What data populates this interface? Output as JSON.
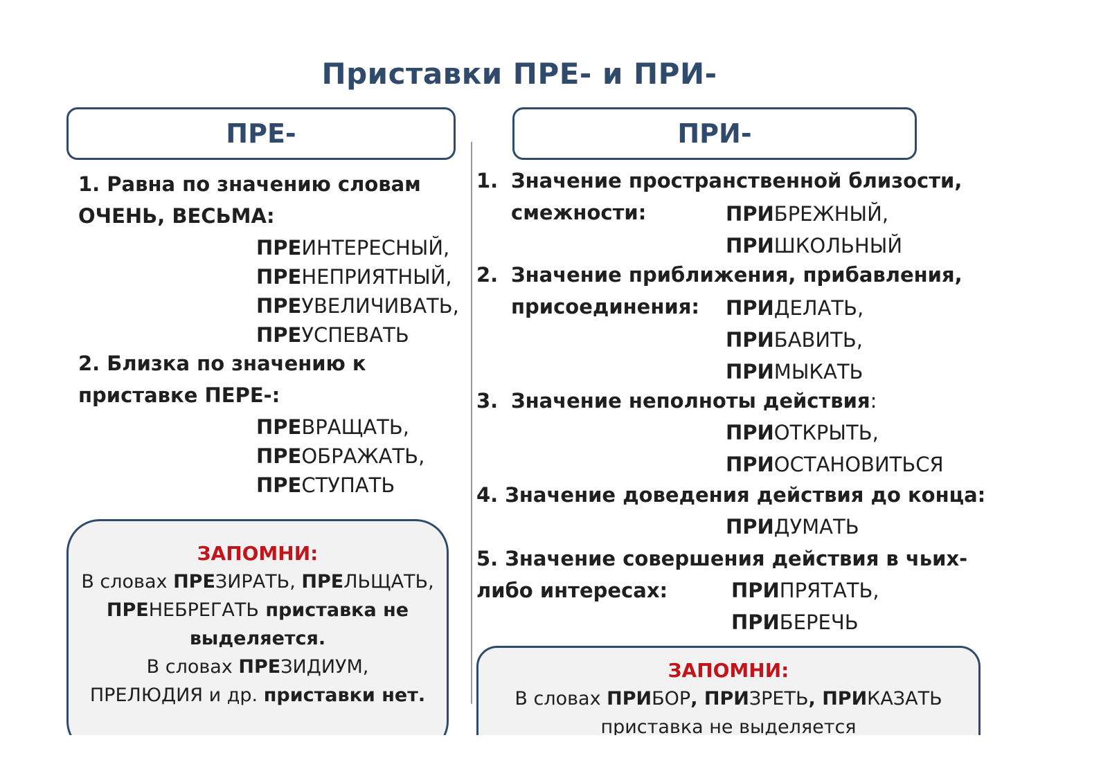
{
  "title": "Приставки ПРЕ- и ПРИ-",
  "pre": {
    "header": "ПРЕ-",
    "r1_a": "1. Равна по значению словам",
    "r1_b": "ОЧЕНЬ, ВЕСЬМА:",
    "ex1": [
      {
        "p": "ПРЕ",
        "r": "ИНТЕРЕСНЫЙ,"
      },
      {
        "p": "ПРЕ",
        "r": "НЕПРИЯТНЫЙ,"
      },
      {
        "p": "ПРЕ",
        "r": "УВЕЛИЧИВАТЬ,"
      },
      {
        "p": "ПРЕ",
        "r": "УСПЕВАТЬ"
      }
    ],
    "r2_a": "2. Близка по значению к",
    "r2_b": "приставке ПЕРЕ-:",
    "ex2": [
      {
        "p": "ПРЕ",
        "r": "ВРАЩАТЬ,"
      },
      {
        "p": "ПРЕ",
        "r": "ОБРАЖАТЬ,"
      },
      {
        "p": "ПРЕ",
        "r": "СТУПАТЬ"
      }
    ],
    "note": {
      "title": "ЗАПОМНИ:",
      "t1": "В словах ",
      "w1": "ПРЕ",
      "w1r": "ЗИРАТЬ",
      "c1": ", ",
      "w2": "ПРЕ",
      "w2r": "ЛЬЩАТЬ",
      "c2": ",",
      "w3": "ПРЕ",
      "w3r": "НЕБРЕГАТЬ",
      "t2": " приставка не",
      "t3": "выделяется.",
      "t4": "В словах ",
      "w4": "ПРЕ",
      "w4r": "ЗИДИУМ",
      "c4": ",",
      "w5": "ПРЕЛЮДИЯ",
      "t5": " и др. ",
      "t6": "приставки нет."
    }
  },
  "pri": {
    "header": "ПРИ-",
    "r1_num": "1.",
    "r1_a": "Значение пространственной близости,",
    "r1_b": "смежности:",
    "ex1": [
      {
        "p": "ПРИ",
        "r": "БРЕЖНЫЙ,"
      },
      {
        "p": "ПРИ",
        "r": "ШКОЛЬНЫЙ"
      }
    ],
    "r2_num": "2.",
    "r2_a": "Значение приближения, прибавления,",
    "r2_b": "присоединения:",
    "ex2": [
      {
        "p": "ПРИ",
        "r": "ДЕЛАТЬ,"
      },
      {
        "p": "ПРИ",
        "r": "БАВИТЬ,"
      },
      {
        "p": "ПРИ",
        "r": "МЫКАТЬ"
      }
    ],
    "r3_num": "3.",
    "r3_a": "Значение неполноты действия",
    "r3_colon": ":",
    "ex3": [
      {
        "p": "ПРИ",
        "r": "ОТКРЫТЬ,"
      },
      {
        "p": "ПРИ",
        "r": "ОСТАНОВИТЬСЯ"
      }
    ],
    "r4": "4. Значение доведения действия до конца:",
    "ex4": [
      {
        "p": "ПРИ",
        "r": "ДУМАТЬ"
      }
    ],
    "r5_a": "5. Значение совершения действия в чьих-",
    "r5_b": "либо интересах:",
    "ex5": [
      {
        "p": "ПРИ",
        "r": "ПРЯТАТЬ,"
      },
      {
        "p": "ПРИ",
        "r": "БЕРЕЧЬ"
      }
    ],
    "note": {
      "title": "ЗАПОМНИ:",
      "t1": "В словах ",
      "w1": "ПРИ",
      "w1r": "БОР",
      "c1": ", ",
      "w2": "ПРИ",
      "w2r": "ЗРЕТЬ",
      "c2": ", ",
      "w3": "ПРИ",
      "w3r": "КАЗАТЬ",
      "t2": "приставка не выделяется"
    }
  }
}
